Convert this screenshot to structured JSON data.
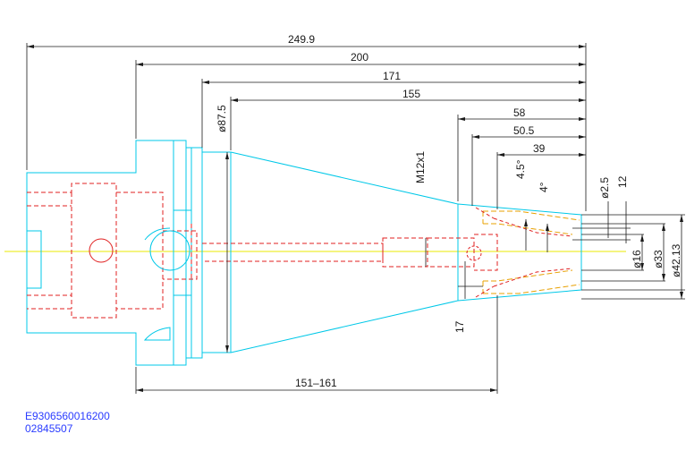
{
  "drawing": {
    "dimensions": {
      "overall_length": "249.9",
      "length_200": "200",
      "length_171": "171",
      "length_155": "155",
      "length_58": "58",
      "length_50_5": "50.5",
      "length_39": "39",
      "bottom_range": "151–161",
      "thread": "M12x1",
      "flange_diameter": "ø87.5",
      "angle_outer": "4.5°",
      "angle_inner": "4°",
      "diameter_2_5": "ø2.5",
      "dim_12": "12",
      "dim_17": "17",
      "diameter_16": "ø16",
      "diameter_33": "ø33",
      "diameter_42_13": "ø42.13"
    },
    "part_numbers": {
      "line1": "E9306560016200",
      "line2": "02845507"
    },
    "colors": {
      "outline": "#00c8e8",
      "hidden": "#e02020",
      "dimension": "#1a1a1a",
      "centerline": "#e8e800",
      "collet": "#e8a000",
      "part_code": "#2a3cff"
    }
  }
}
